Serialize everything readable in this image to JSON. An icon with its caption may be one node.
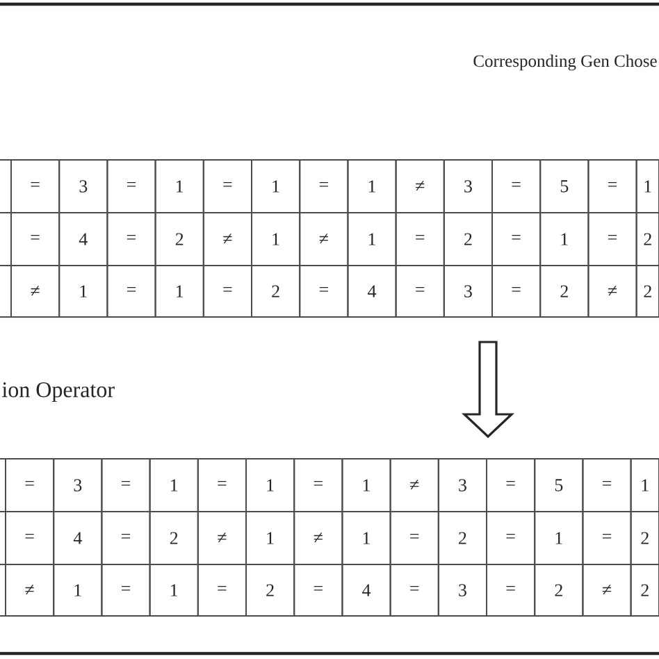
{
  "diagram": {
    "labels": [
      "Corresponding Gen Chose",
      "=",
      "3",
      "=",
      "1",
      "=",
      "1",
      "=",
      "1",
      "≠",
      "3",
      "=",
      "5",
      "=",
      "1",
      "=",
      "4",
      "=",
      "2",
      "≠",
      "1",
      "≠",
      "1",
      "=",
      "2",
      "=",
      "1",
      "=",
      "2",
      "≠",
      "1",
      "=",
      "1",
      "=",
      "2",
      "=",
      "4",
      "=",
      "3",
      "=",
      "2",
      "≠",
      "2",
      "ion Operator",
      "=",
      "3",
      "=",
      "1",
      "=",
      "1",
      "=",
      "1",
      "≠",
      "3",
      "=",
      "5",
      "=",
      "1",
      "=",
      "4",
      "=",
      "2",
      "≠",
      "1",
      "≠",
      "1",
      "=",
      "2",
      "=",
      "1",
      "=",
      "2",
      "≠",
      "1",
      "=",
      "1",
      "=",
      "2",
      "=",
      "4",
      "=",
      "3",
      "=",
      "2",
      "≠",
      "2"
    ]
  }
}
